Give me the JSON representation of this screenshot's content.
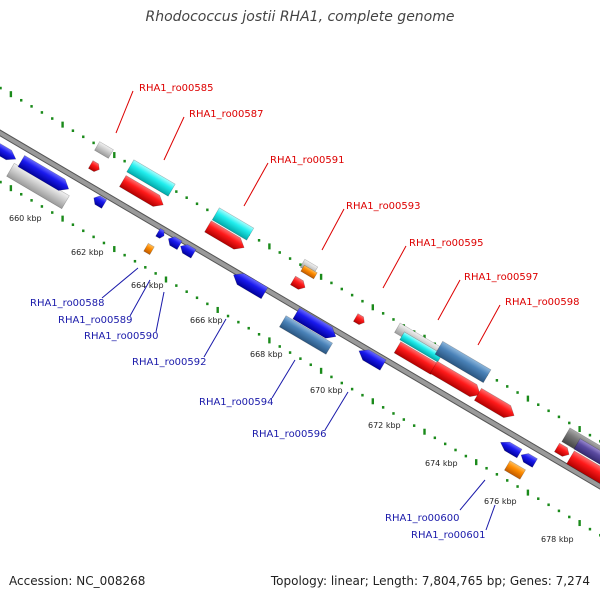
{
  "title": "Rhodococcus jostii RHA1, complete genome",
  "footer": {
    "accession": "Accession: NC_008268",
    "summary": "Topology: linear; Length: 7,804,765 bp; Genes: 7,274"
  },
  "colors": {
    "forward_label": "#dd0000",
    "reverse_label": "#1a1aaa",
    "backbone": "#888888",
    "tick_dots": "#1a8a1a",
    "red": "#ee1111",
    "blue": "#1a1add",
    "cyan": "#22dddd",
    "steel": "#4a7fb0",
    "gray": "#c0c0c0",
    "orange": "#ff8800",
    "dark_gray": "#6a6a6a",
    "purple": "#5a4a9a"
  },
  "scale_ticks": [
    "660 kbp",
    "662 kbp",
    "664 kbp",
    "666 kbp",
    "668 kbp",
    "670 kbp",
    "672 kbp",
    "674 kbp",
    "676 kbp",
    "678 kbp"
  ],
  "forward_labels": [
    "RHA1_ro00585",
    "RHA1_ro00587",
    "RHA1_ro00591",
    "RHA1_ro00593",
    "RHA1_ro00595",
    "RHA1_ro00597",
    "RHA1_ro00598"
  ],
  "reverse_labels": [
    "RHA1_ro00588",
    "RHA1_ro00589",
    "RHA1_ro00590",
    "RHA1_ro00592",
    "RHA1_ro00594",
    "RHA1_ro00596",
    "RHA1_ro00600",
    "RHA1_ro00601"
  ]
}
